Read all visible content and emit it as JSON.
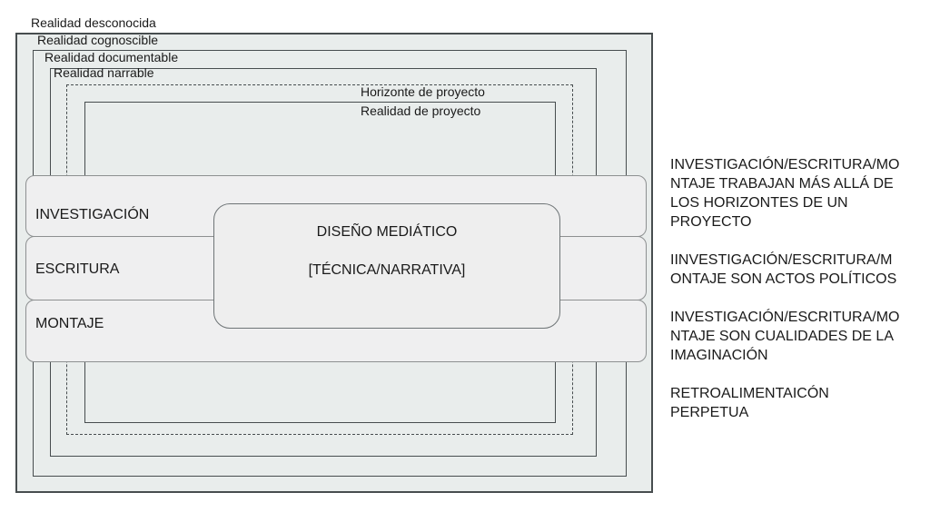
{
  "diagram": {
    "outer_label": "Realidad desconocida",
    "nested_boxes": [
      {
        "label": "Realidad cognoscible",
        "style": "solid"
      },
      {
        "label": "Realidad documentable",
        "style": "solid"
      },
      {
        "label": "Realidad narrable",
        "style": "solid"
      },
      {
        "label": "Horizonte de proyecto",
        "style": "dashed"
      },
      {
        "label": "Realidad de proyecto",
        "style": "solid"
      }
    ],
    "bars": [
      {
        "label": "INVESTIGACIÓN"
      },
      {
        "label": "ESCRITURA"
      },
      {
        "label": "MONTAJE"
      }
    ],
    "center_box": {
      "title": "DISEÑO MEDIÁTICO",
      "subtitle": "[TÉCNICA/NARRATIVA]"
    },
    "annotations": [
      {
        "lines": [
          "INVESTIGACIÓN/ESCRITURA/MO",
          "NTAJE TRABAJAN MÁS ALLÁ DE",
          "LOS HORIZONTES DE UN",
          "PROYECTO"
        ]
      },
      {
        "lines": [
          "IINVESTIGACIÓN/ESCRITURA/M",
          "ONTAJE SON ACTOS POLÍTICOS"
        ]
      },
      {
        "lines": [
          "INVESTIGACIÓN/ESCRITURA/MO",
          "NTAJE SON CUALIDADES DE LA",
          "IMAGINACIÓN"
        ]
      },
      {
        "lines": [
          "RETROALIMENTAICÓN",
          "PERPETUA"
        ]
      }
    ],
    "colors": {
      "background": "#ffffff",
      "box_fill": "#e9edec",
      "bar_fill": "#efeff0",
      "center_fill": "#eeeeee",
      "border_dark": "#474d4f",
      "border_mid": "#6e7476",
      "border_gray": "#8d9091",
      "text": "#1a1a1a"
    }
  }
}
